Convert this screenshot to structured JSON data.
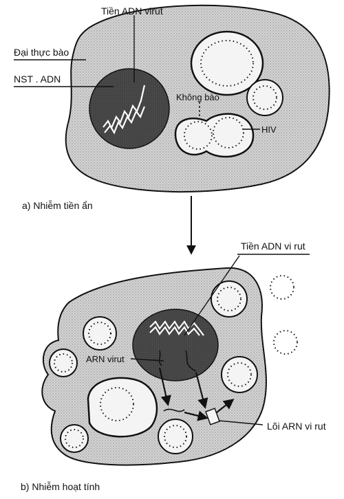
{
  "figure_a": {
    "caption": "a) Nhiễm tiền ẩn",
    "labels": {
      "provirus_dna": "Tiền ADN virut",
      "macrophage": "Đại thực bào",
      "chromosome_dna": "NST . ADN",
      "vacuole": "Không bào",
      "hiv": "HIV"
    }
  },
  "figure_b": {
    "caption": "b) Nhiễm hoạt tính",
    "labels": {
      "provirus_dna": "Tiền ADN vi rut",
      "viral_rna": "ARN virut",
      "viral_rna_core": "Lõi ARN vi rut"
    }
  },
  "colors": {
    "cell_fill": "#cfcfcf",
    "nucleus_fill": "#4a4a4a",
    "vacuole_fill": "#f4f4f4",
    "ink": "#111111"
  }
}
